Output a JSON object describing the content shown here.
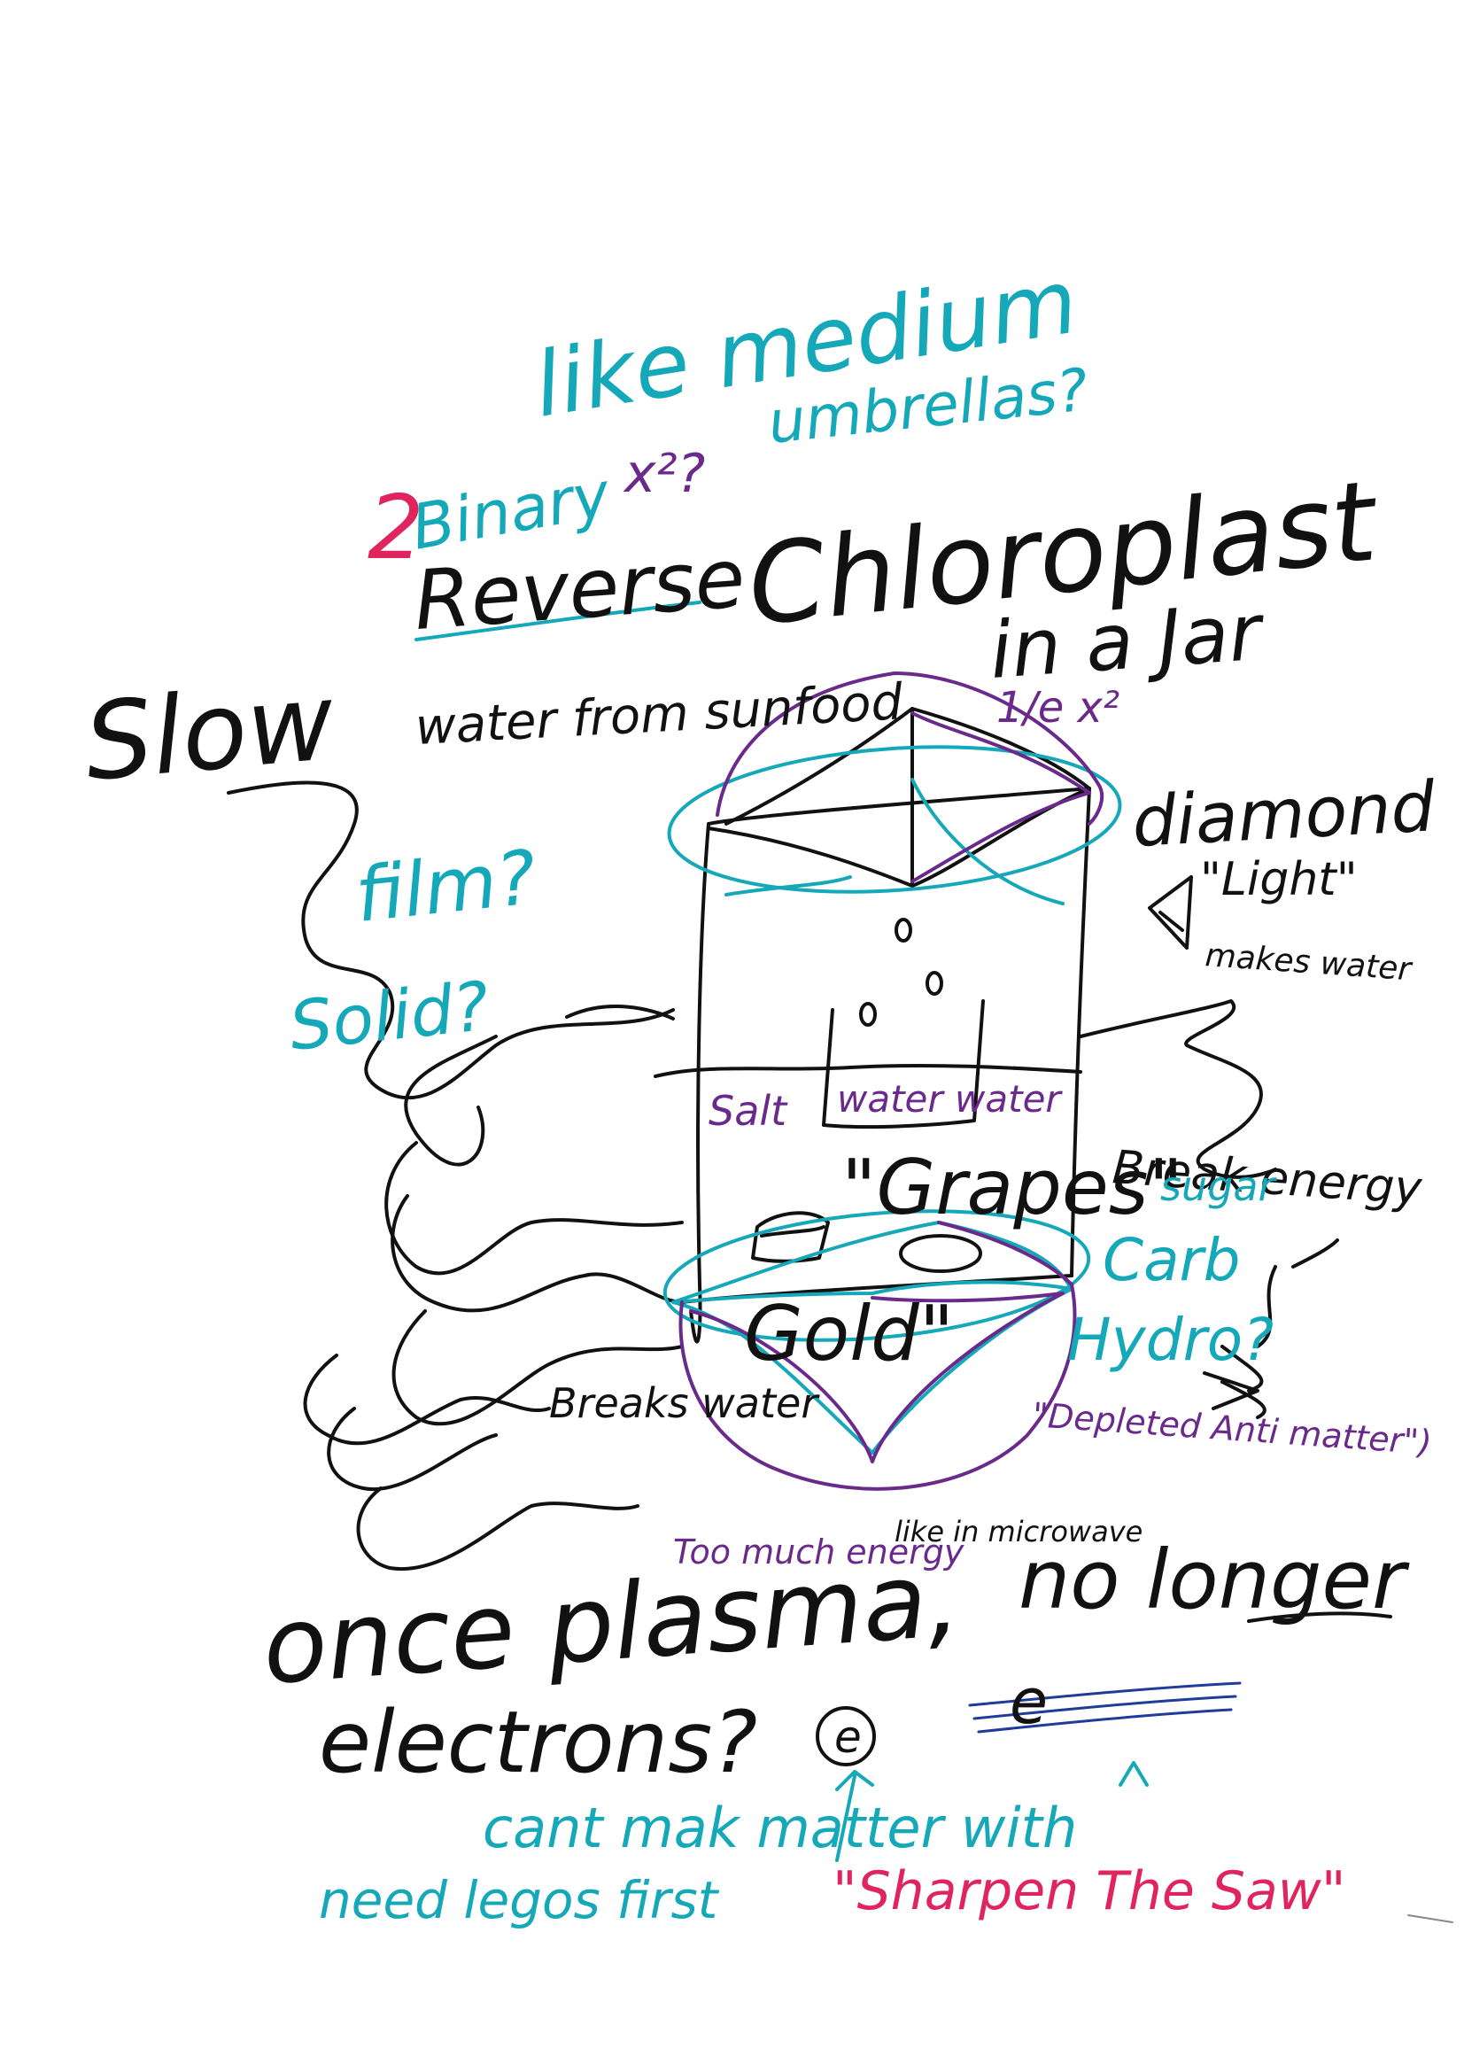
{
  "colors": {
    "black": "#111111",
    "teal": "#15a8b8",
    "purple": "#6a2a8c",
    "red": "#e0245e",
    "blue": "#1f3c9a"
  },
  "notes": {
    "like_medium": "like medium",
    "umbrellas": "umbrellas?",
    "two_two": "2",
    "binary": "Binary",
    "x_squared": "x²?",
    "reverse": "Reverse",
    "chloroplast": "Chloroplast",
    "slow": "Slow",
    "in_a_jar": "in a Jar",
    "water_from_sunfood": "water from sunfood",
    "one_over_e": "1/e x²",
    "diamond": "diamond",
    "light": "\"Light\"",
    "makes_water": "makes water",
    "film": "film?",
    "solid": "Solid?",
    "salt": "Salt",
    "water_water": "water water",
    "grapes": "\"Grapes\"",
    "gold": "Gold\"",
    "break_energy": "Break energy",
    "sugar": "sugar",
    "carb": "Carb",
    "hydro": "Hydro?",
    "breaks_water": "Breaks water",
    "depleted_antimatter": "\"Depleted Anti matter\")",
    "too_much_energy": "Too much energy",
    "like_in_microwave": "like in microwave",
    "once_plasma": "once plasma,",
    "no_longer": "no longer",
    "electrons": "electrons?",
    "e_symbol": "e",
    "crossed_e": "e",
    "cant_make_matter_with": "cant mak matter with",
    "need_legos_first": "need legos first",
    "sharpen_the_saw": "\"Sharpen The Saw\""
  }
}
